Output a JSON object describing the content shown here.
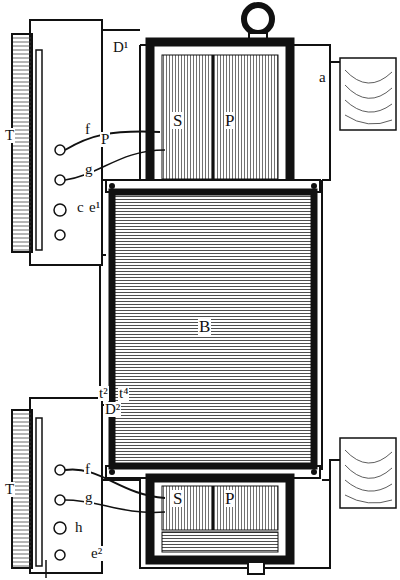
{
  "diagram": {
    "labels": [
      "D¹",
      "P",
      "f",
      "g",
      "c",
      "e¹",
      "T",
      "S",
      "P",
      "a",
      "B",
      "t²",
      "t⁴",
      "D²",
      "f",
      "g",
      "h",
      "e²",
      "T",
      "S",
      "P"
    ]
  }
}
